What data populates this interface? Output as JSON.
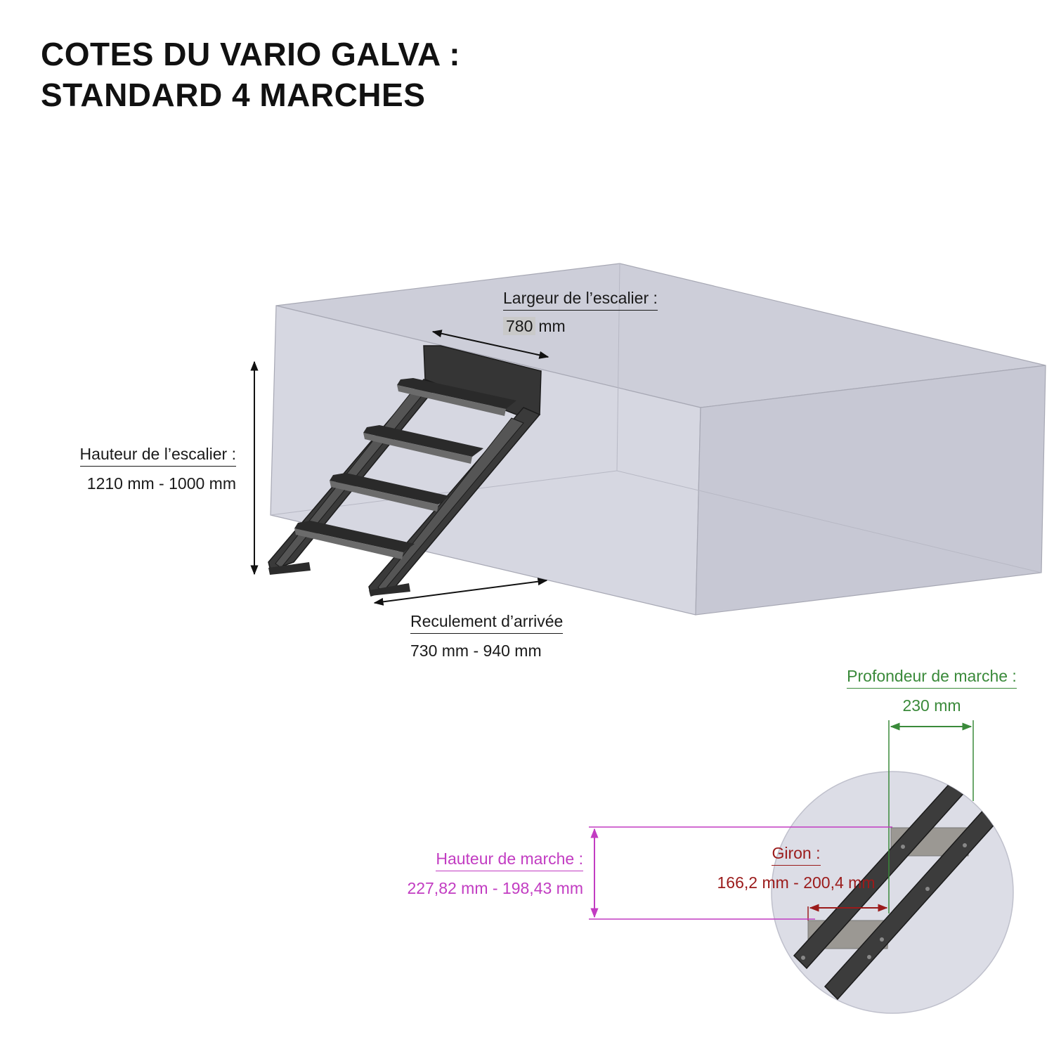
{
  "title": {
    "line1": "COTES DU VARIO GALVA :",
    "line2": "STANDARD 4 MARCHES"
  },
  "dimensions": {
    "largeur": {
      "label": "Largeur de l’escalier :",
      "value": "780",
      "unit": "mm"
    },
    "hauteur": {
      "label": "Hauteur de l’escalier :",
      "value": "1210 mm - 1000 mm"
    },
    "reculement": {
      "label": "Reculement d’arrivée",
      "value": "730 mm - 940 mm"
    },
    "profondeur": {
      "label": "Profondeur de marche :",
      "value": "230 mm"
    },
    "giron": {
      "label": "Giron :",
      "value": "166,2 mm - 200,4 mm"
    },
    "hauteur_marche": {
      "label": "Hauteur de marche :",
      "value": "227,82 mm - 198,43 mm"
    }
  },
  "colors": {
    "profondeur": "#3a8a3a",
    "giron": "#9b1b1b",
    "hauteur_marche": "#c23cc2",
    "box_face": "#cfd0dc",
    "steel": "#2f2f2f"
  }
}
